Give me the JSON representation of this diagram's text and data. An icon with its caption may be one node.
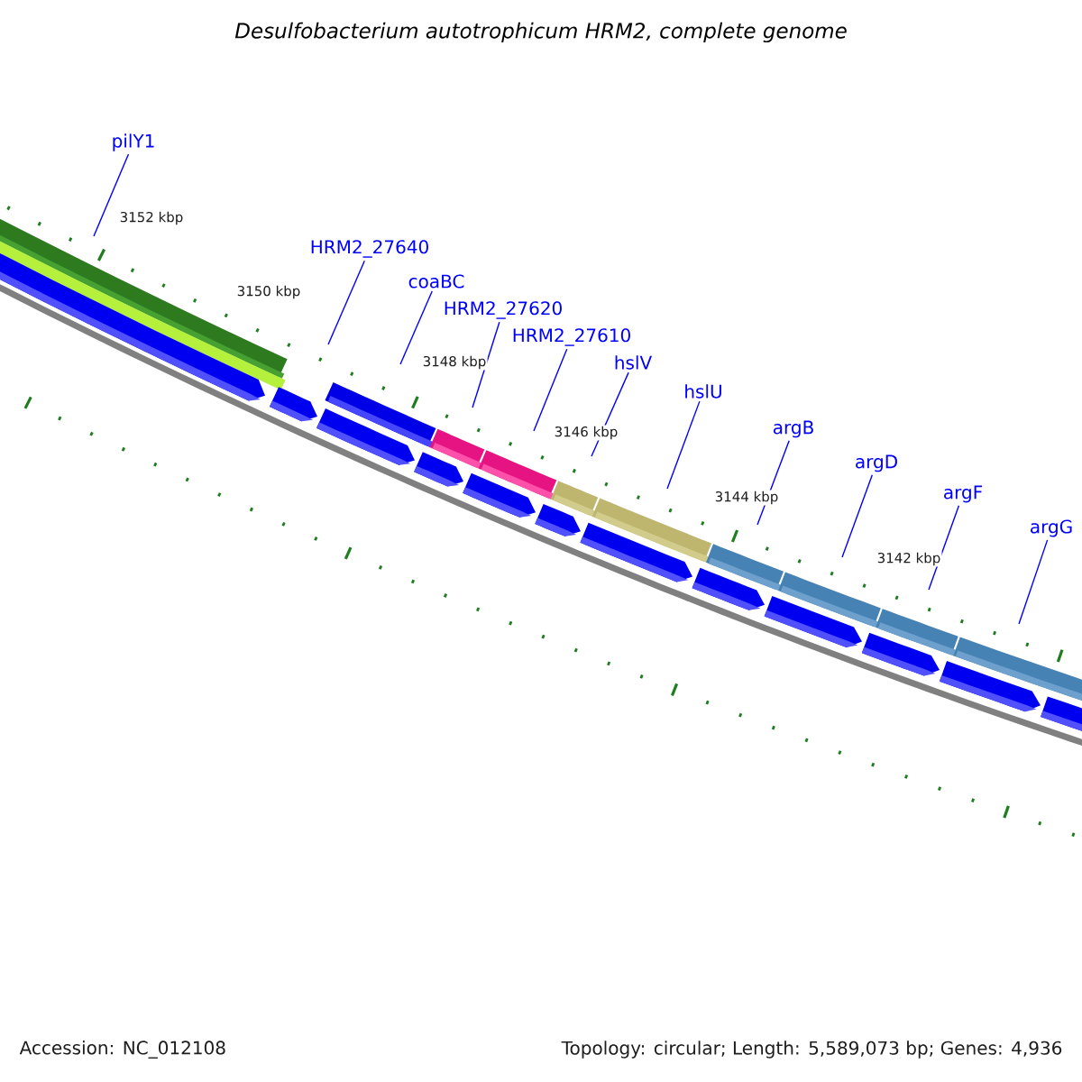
{
  "diagram": {
    "title": "Desulfobacterium autotrophicum HRM2, complete genome",
    "nodes": [
      {
        "text": [
          "pilY1"
        ]
      },
      {
        "text": [
          "HRM2_27640"
        ]
      },
      {
        "text": [
          "coaBC"
        ]
      },
      {
        "text": [
          "HRM2_27620"
        ]
      },
      {
        "text": [
          "HRM2_27610"
        ]
      },
      {
        "text": [
          "hslV"
        ]
      },
      {
        "text": [
          "hslU"
        ]
      },
      {
        "text": [
          "argB"
        ]
      },
      {
        "text": [
          "argD"
        ]
      },
      {
        "text": [
          "argF"
        ]
      },
      {
        "text": [
          "argG"
        ]
      }
    ],
    "edges": [
      {
        "from": 0,
        "to": null,
        "arrow": "none"
      },
      {
        "from": 1,
        "to": null,
        "arrow": "none"
      },
      {
        "from": 2,
        "to": null,
        "arrow": "none"
      },
      {
        "from": 3,
        "to": null,
        "arrow": "none"
      },
      {
        "from": 4,
        "to": null,
        "arrow": "none"
      },
      {
        "from": 5,
        "to": null,
        "arrow": "none"
      },
      {
        "from": 6,
        "to": null,
        "arrow": "none"
      },
      {
        "from": 7,
        "to": null,
        "arrow": "none"
      },
      {
        "from": 8,
        "to": null,
        "arrow": "none"
      },
      {
        "from": 9,
        "to": null,
        "arrow": "none"
      },
      {
        "from": 10,
        "to": null,
        "arrow": "none"
      }
    ],
    "labels": [
      "3152 kbp",
      "3150 kbp",
      "3148 kbp",
      "3146 kbp",
      "3144 kbp",
      "3142 kbp",
      "Accession: NC_012108",
      "Topology: circular; Length: 5,589,073 bp; Genes: 4,936"
    ]
  }
}
